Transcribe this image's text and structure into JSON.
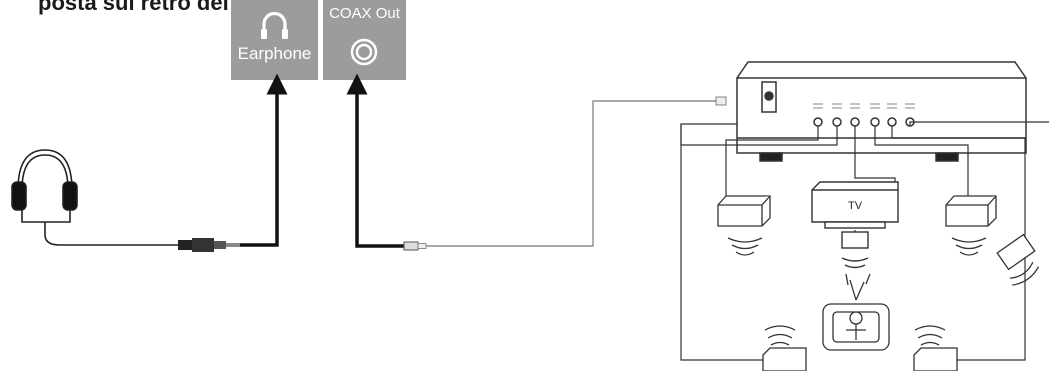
{
  "caption": "posta sul retro del TV.",
  "jacks": {
    "earphone": {
      "label": "Earphone",
      "icon": "headphone-icon"
    },
    "coax": {
      "label": "COAX Out",
      "icon": "coax-ring-icon"
    }
  },
  "home_theater": {
    "tv_label": "TV"
  },
  "colors": {
    "tile": "#9c9c9c",
    "cable_dark": "#111111",
    "line_light": "#777777"
  }
}
